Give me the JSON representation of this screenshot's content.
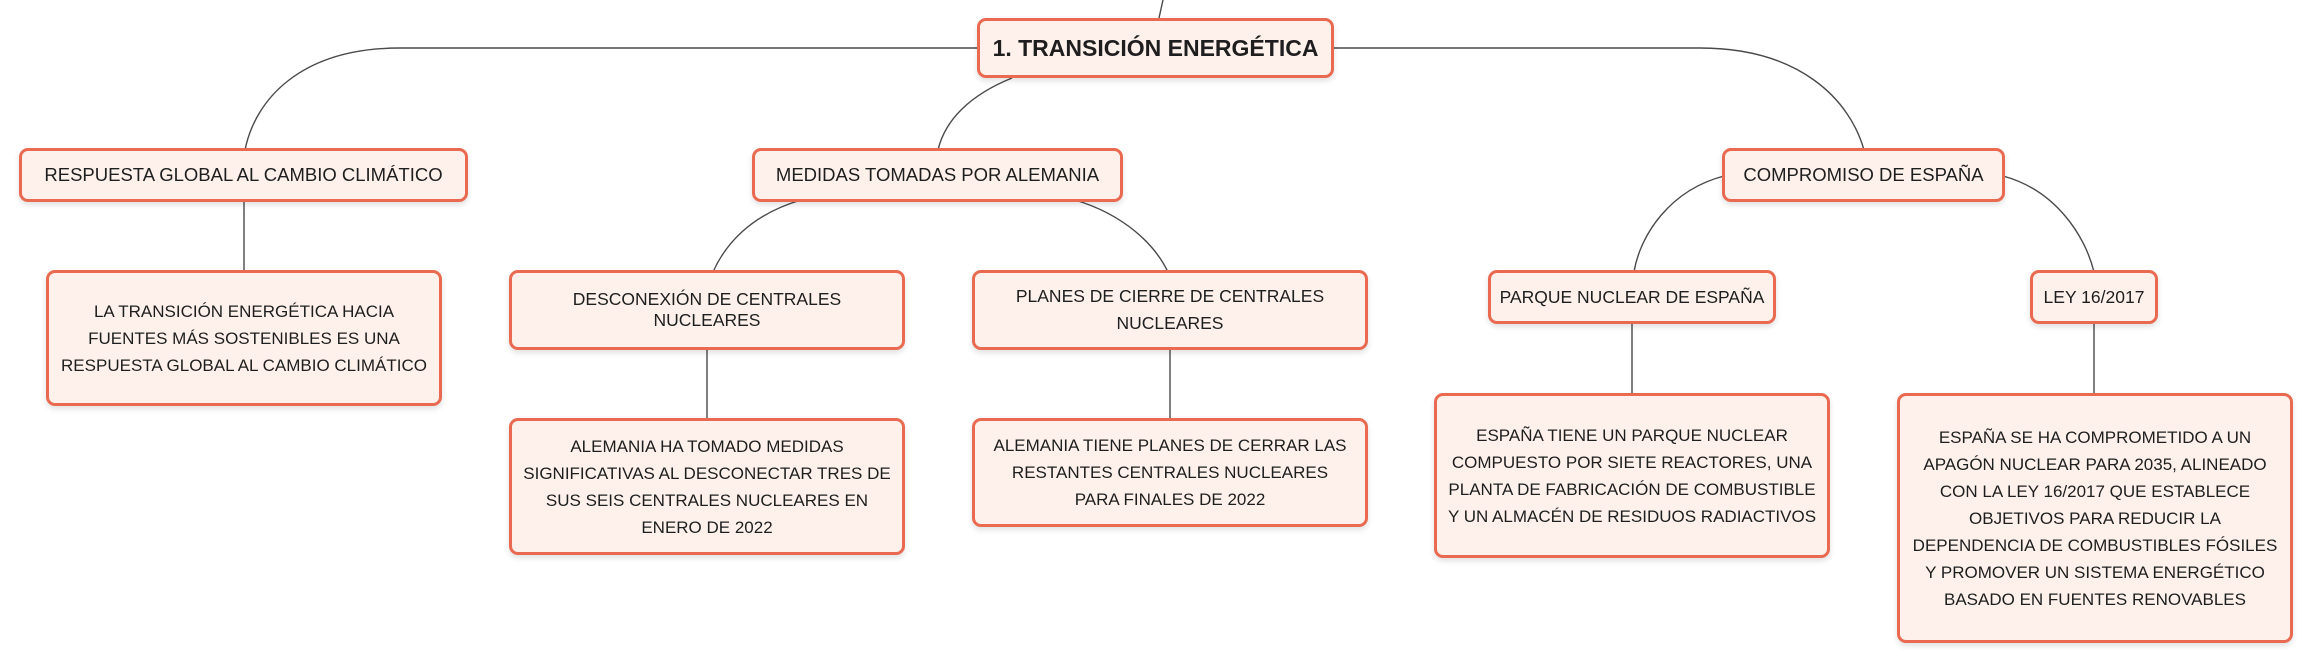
{
  "diagram": {
    "root": "1. TRANSICIÓN ENERGÉTICA",
    "branches": [
      {
        "label": "RESPUESTA GLOBAL AL CAMBIO CLIMÁTICO",
        "detail": "LA TRANSICIÓN ENERGÉTICA HACIA FUENTES MÁS SOSTENIBLES ES UNA RESPUESTA GLOBAL AL CAMBIO CLIMÁTICO"
      },
      {
        "label": "MEDIDAS TOMADAS POR ALEMANIA",
        "children": [
          {
            "label": "DESCONEXIÓN DE CENTRALES NUCLEARES",
            "detail": "ALEMANIA HA TOMADO MEDIDAS SIGNIFICATIVAS AL DESCONECTAR TRES DE SUS SEIS CENTRALES NUCLEARES EN ENERO DE 2022"
          },
          {
            "label": "PLANES DE CIERRE DE CENTRALES NUCLEARES",
            "detail": "ALEMANIA TIENE PLANES DE CERRAR LAS RESTANTES CENTRALES NUCLEARES PARA FINALES DE 2022"
          }
        ]
      },
      {
        "label": "COMPROMISO DE ESPAÑA",
        "children": [
          {
            "label": "PARQUE NUCLEAR DE ESPAÑA",
            "detail": "ESPAÑA TIENE UN PARQUE NUCLEAR COMPUESTO POR SIETE REACTORES, UNA PLANTA DE FABRICACIÓN DE COMBUSTIBLE Y UN ALMACÉN DE RESIDUOS RADIACTIVOS"
          },
          {
            "label": "LEY 16/2017",
            "detail": "ESPAÑA SE HA COMPROMETIDO A UN APAGÓN NUCLEAR PARA 2035, ALINEADO CON LA LEY 16/2017 QUE ESTABLECE OBJETIVOS PARA REDUCIR LA DEPENDENCIA DE COMBUSTIBLES FÓSILES Y PROMOVER UN SISTEMA ENERGÉTICO BASADO EN FUENTES RENOVABLES"
          }
        ]
      }
    ]
  },
  "colors": {
    "node_border": "#ea6a51",
    "node_fill": "#fef1ec",
    "connector": "#4a4a4a",
    "text": "#1e1e1e"
  }
}
